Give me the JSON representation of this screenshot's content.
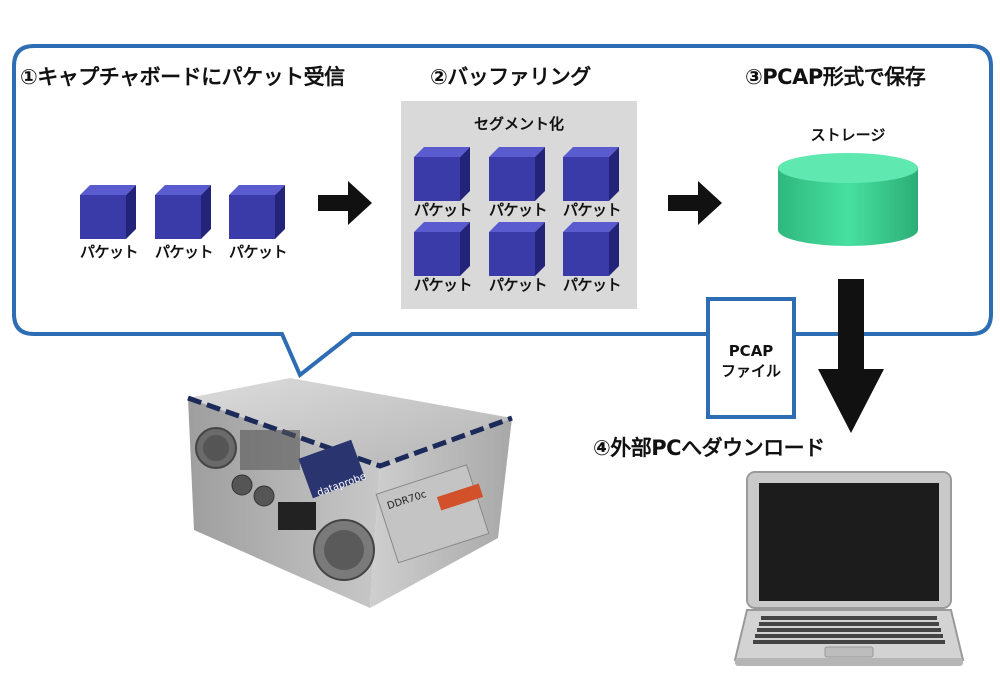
{
  "steps": {
    "capture": "①キャプチャボードにパケット受信",
    "buffering": "②バッファリング",
    "pcap_save": "③PCAP形式で保存",
    "download": "④外部PCへダウンロード"
  },
  "buffer": {
    "segment_label": "セグメント化",
    "packets": [
      "パケット",
      "パケット",
      "パケット",
      "パケット",
      "パケット",
      "パケット"
    ]
  },
  "capture_packets": [
    "パケット",
    "パケット",
    "パケット"
  ],
  "storage": {
    "label": "ストレージ"
  },
  "pcap_file": {
    "line1": "PCAP",
    "line2": "ファイル"
  },
  "device": {
    "front_text": "DDR70c",
    "brand_text": "dataprobe"
  },
  "colors": {
    "bubble_border": "#2e6db4",
    "cube_front": "#3a3aa8",
    "cube_top": "#5b5bd0",
    "cube_side": "#23237a",
    "storage": "#3ed394",
    "buffer_bg": "#d9d9d9",
    "arrow": "#111111"
  },
  "icons": [
    "packet-cube-icon",
    "right-arrow-icon",
    "down-arrow-icon",
    "storage-cylinder-icon",
    "capture-board-image",
    "laptop-icon"
  ]
}
